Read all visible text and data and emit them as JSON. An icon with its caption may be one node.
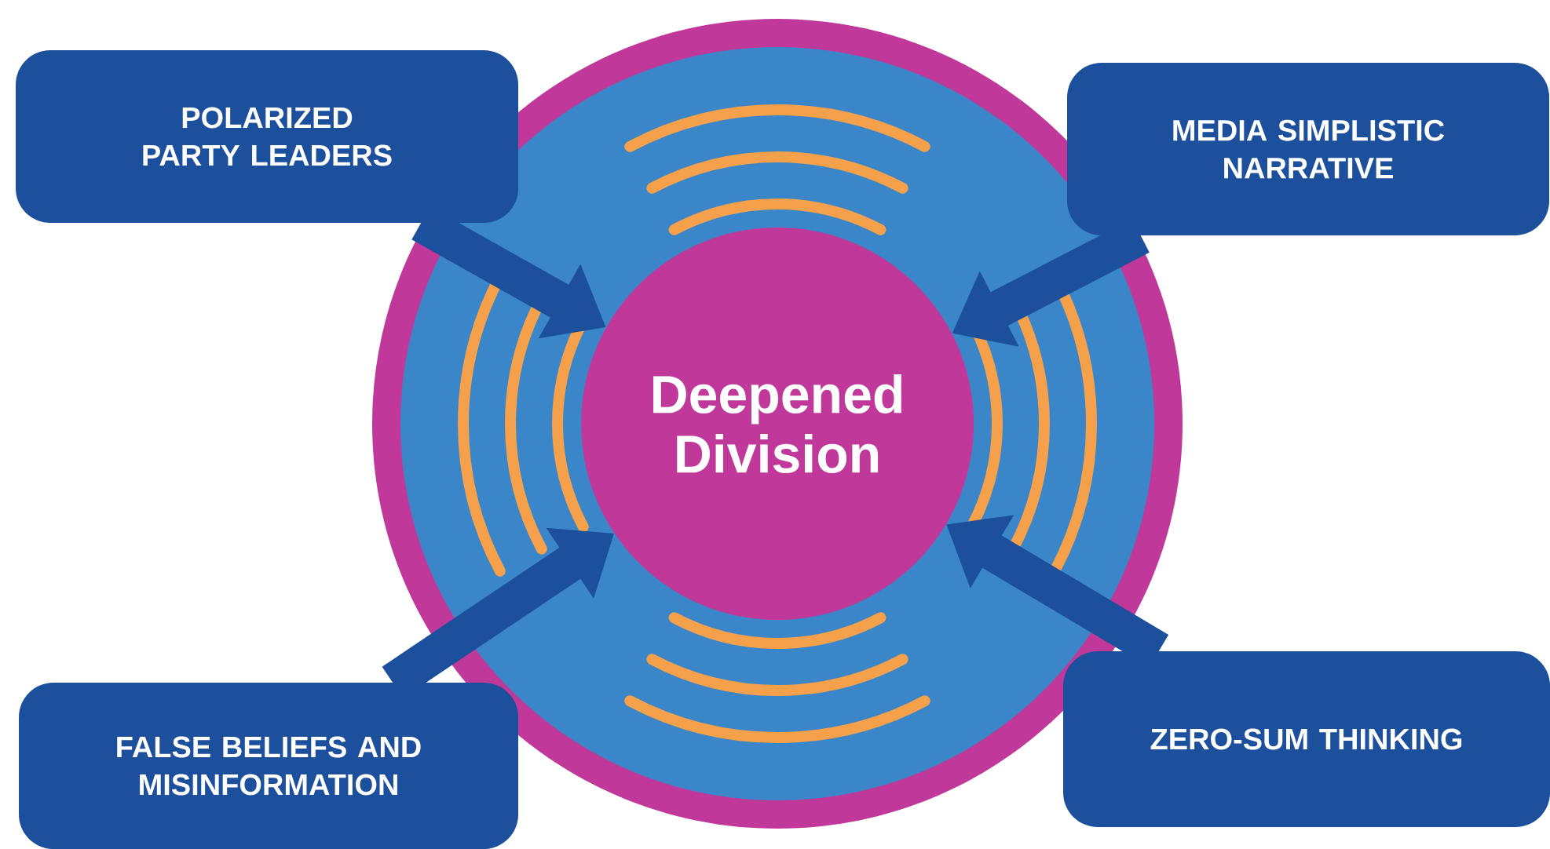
{
  "diagram": {
    "nodes": [
      {
        "text": [
          "POLARIZED PARTY LEADERS"
        ]
      },
      {
        "text": [
          "MEDIA SIMPLISTIC NARRATIVE"
        ]
      },
      {
        "text": [
          "Deepened Division"
        ]
      },
      {
        "text": [
          "FALSE BELIEFS AND MISINFORMATION"
        ]
      },
      {
        "text": [
          "ZERO-SUM THINKING"
        ]
      }
    ],
    "edges": [
      {
        "from": 0,
        "to": 2,
        "arrow": "to"
      },
      {
        "from": 1,
        "to": 2,
        "arrow": "to"
      },
      {
        "from": 3,
        "to": 2,
        "arrow": "to"
      },
      {
        "from": 4,
        "to": 2,
        "arrow": "to"
      }
    ]
  }
}
